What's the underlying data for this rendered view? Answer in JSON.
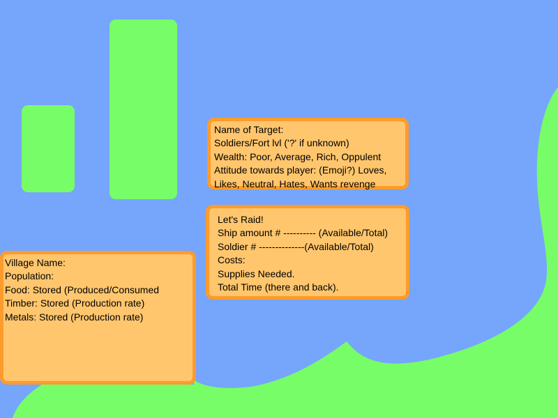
{
  "colors": {
    "sky": "#76a5fc",
    "land": "#77fd67",
    "panel_fill": "#ffc66e",
    "panel_border": "#fd9b2c"
  },
  "target_panel": {
    "lines": [
      "Name of Target:",
      "Soldiers/Fort lvl ('?' if unknown)",
      "Wealth: Poor, Average, Rich, Oppulent",
      "Attitude towards player: (Emoji?) Loves, Likes, Neutral, Hates, Wants revenge"
    ]
  },
  "raid_panel": {
    "lines": [
      "Let's Raid!",
      "Ship amount # ---------- (Available/Total)",
      "Soldier # --------------(Available/Total)",
      "Costs:",
      "Supplies Needed.",
      "Total Time (there and back)."
    ]
  },
  "village_panel": {
    "lines": [
      "Village Name:",
      "Population:",
      "Food: Stored (Produced/Consumed",
      "Timber: Stored (Production rate)",
      "Metals: Stored (Production rate)"
    ]
  }
}
